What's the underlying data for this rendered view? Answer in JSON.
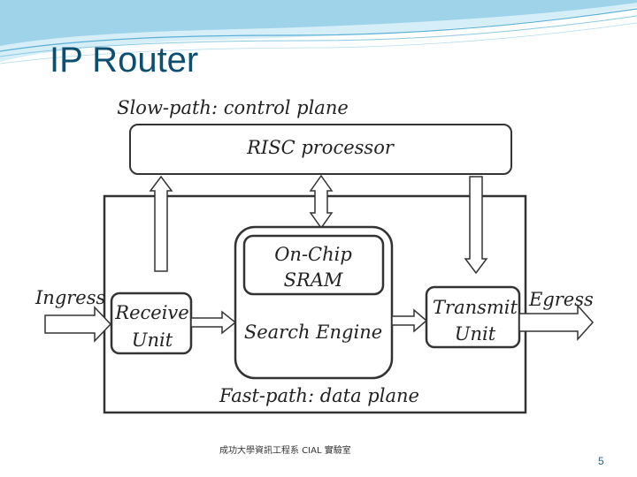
{
  "slide": {
    "title": "IP Router",
    "footer": "成功大學資訊工程系  CIAL  實驗室",
    "page_number": "5"
  },
  "diagram": {
    "slow_path_label": "Slow-path: control plane",
    "risc_processor": "RISC processor",
    "on_chip_line1": "On-Chip",
    "on_chip_line2": "SRAM",
    "search_engine": "Search Engine",
    "receive_line1": "Receive",
    "receive_line2": "Unit",
    "transmit_line1": "Transmit",
    "transmit_line2": "Unit",
    "ingress": "Ingress",
    "egress": "Egress",
    "fast_path_label": "Fast-path: data plane"
  },
  "colors": {
    "title": "#0d4f6e",
    "header_accent": "#7fc3e0",
    "page_number": "#1a6a8a"
  }
}
